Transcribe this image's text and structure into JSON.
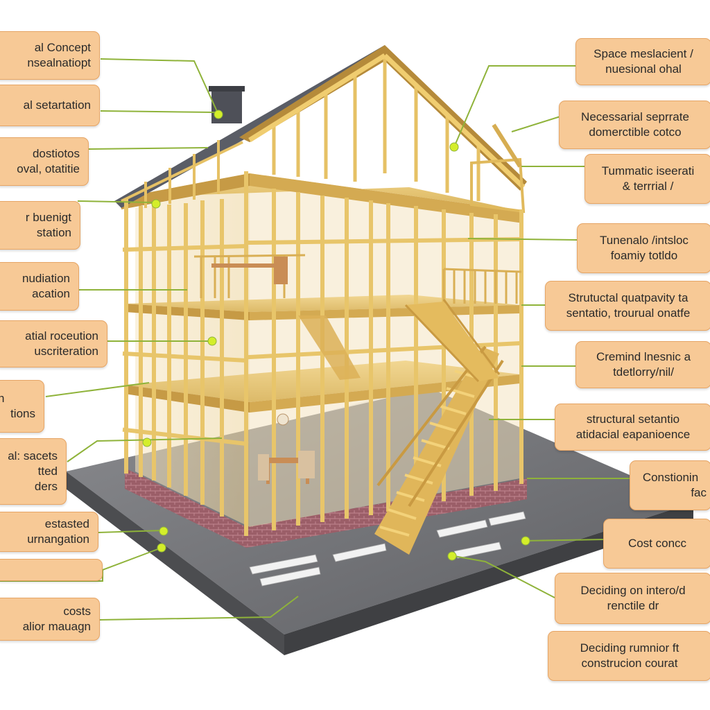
{
  "left_labels": [
    {
      "lines": [
        "al Concept",
        "nsealnatiopt"
      ]
    },
    {
      "lines": [
        "al setartation"
      ]
    },
    {
      "lines": [
        "dostiotos",
        "oval, otatitie"
      ]
    },
    {
      "lines": [
        "r buenigt",
        "station"
      ]
    },
    {
      "lines": [
        "nudiation",
        "acation"
      ]
    },
    {
      "lines": [
        "atial roceution",
        "uscriteration"
      ]
    },
    {
      "lines": [
        "n",
        "tions"
      ]
    },
    {
      "lines": [
        "al: sacets",
        "tted",
        "ders"
      ]
    },
    {
      "lines": [
        "estasted",
        "urnangation"
      ]
    },
    {
      "lines": [
        ""
      ]
    },
    {
      "lines": [
        "costs",
        "alior mauagn"
      ]
    }
  ],
  "right_labels": [
    {
      "lines": [
        "Space meslacient /",
        "nuesional ohal"
      ]
    },
    {
      "lines": [
        "Necessarial seprrate",
        "domerctible cotco"
      ]
    },
    {
      "lines": [
        "Tummatic iseerati",
        "& terrrial /"
      ]
    },
    {
      "lines": [
        "Tunenalo /intsloc",
        "foamiy totldo"
      ]
    },
    {
      "lines": [
        "Strutuctal quatpavity ta",
        "sentatio, trourual onatfe"
      ]
    },
    {
      "lines": [
        "Cremind lnesnic a",
        "tdetlorry/nil/"
      ]
    },
    {
      "lines": [
        "structural setantio",
        "atidacial eapanioence"
      ]
    },
    {
      "lines": [
        "Constionin",
        "fac"
      ]
    },
    {
      "lines": [
        "Cost concc"
      ]
    },
    {
      "lines": [
        "Deciding on intero/d",
        "renctile dr"
      ]
    },
    {
      "lines": [
        "Deciding rumnior ft",
        "construcion courat"
      ]
    }
  ],
  "colors": {
    "callout_fill": "#f7c996",
    "callout_border": "#e6a565",
    "leader_line": "#8fb33a",
    "leader_dot": "#d4ee2a",
    "timber": "#e8c56a",
    "ground": "#6e6f73",
    "roof": "#5a5d66",
    "brick": "#9b5e68"
  }
}
